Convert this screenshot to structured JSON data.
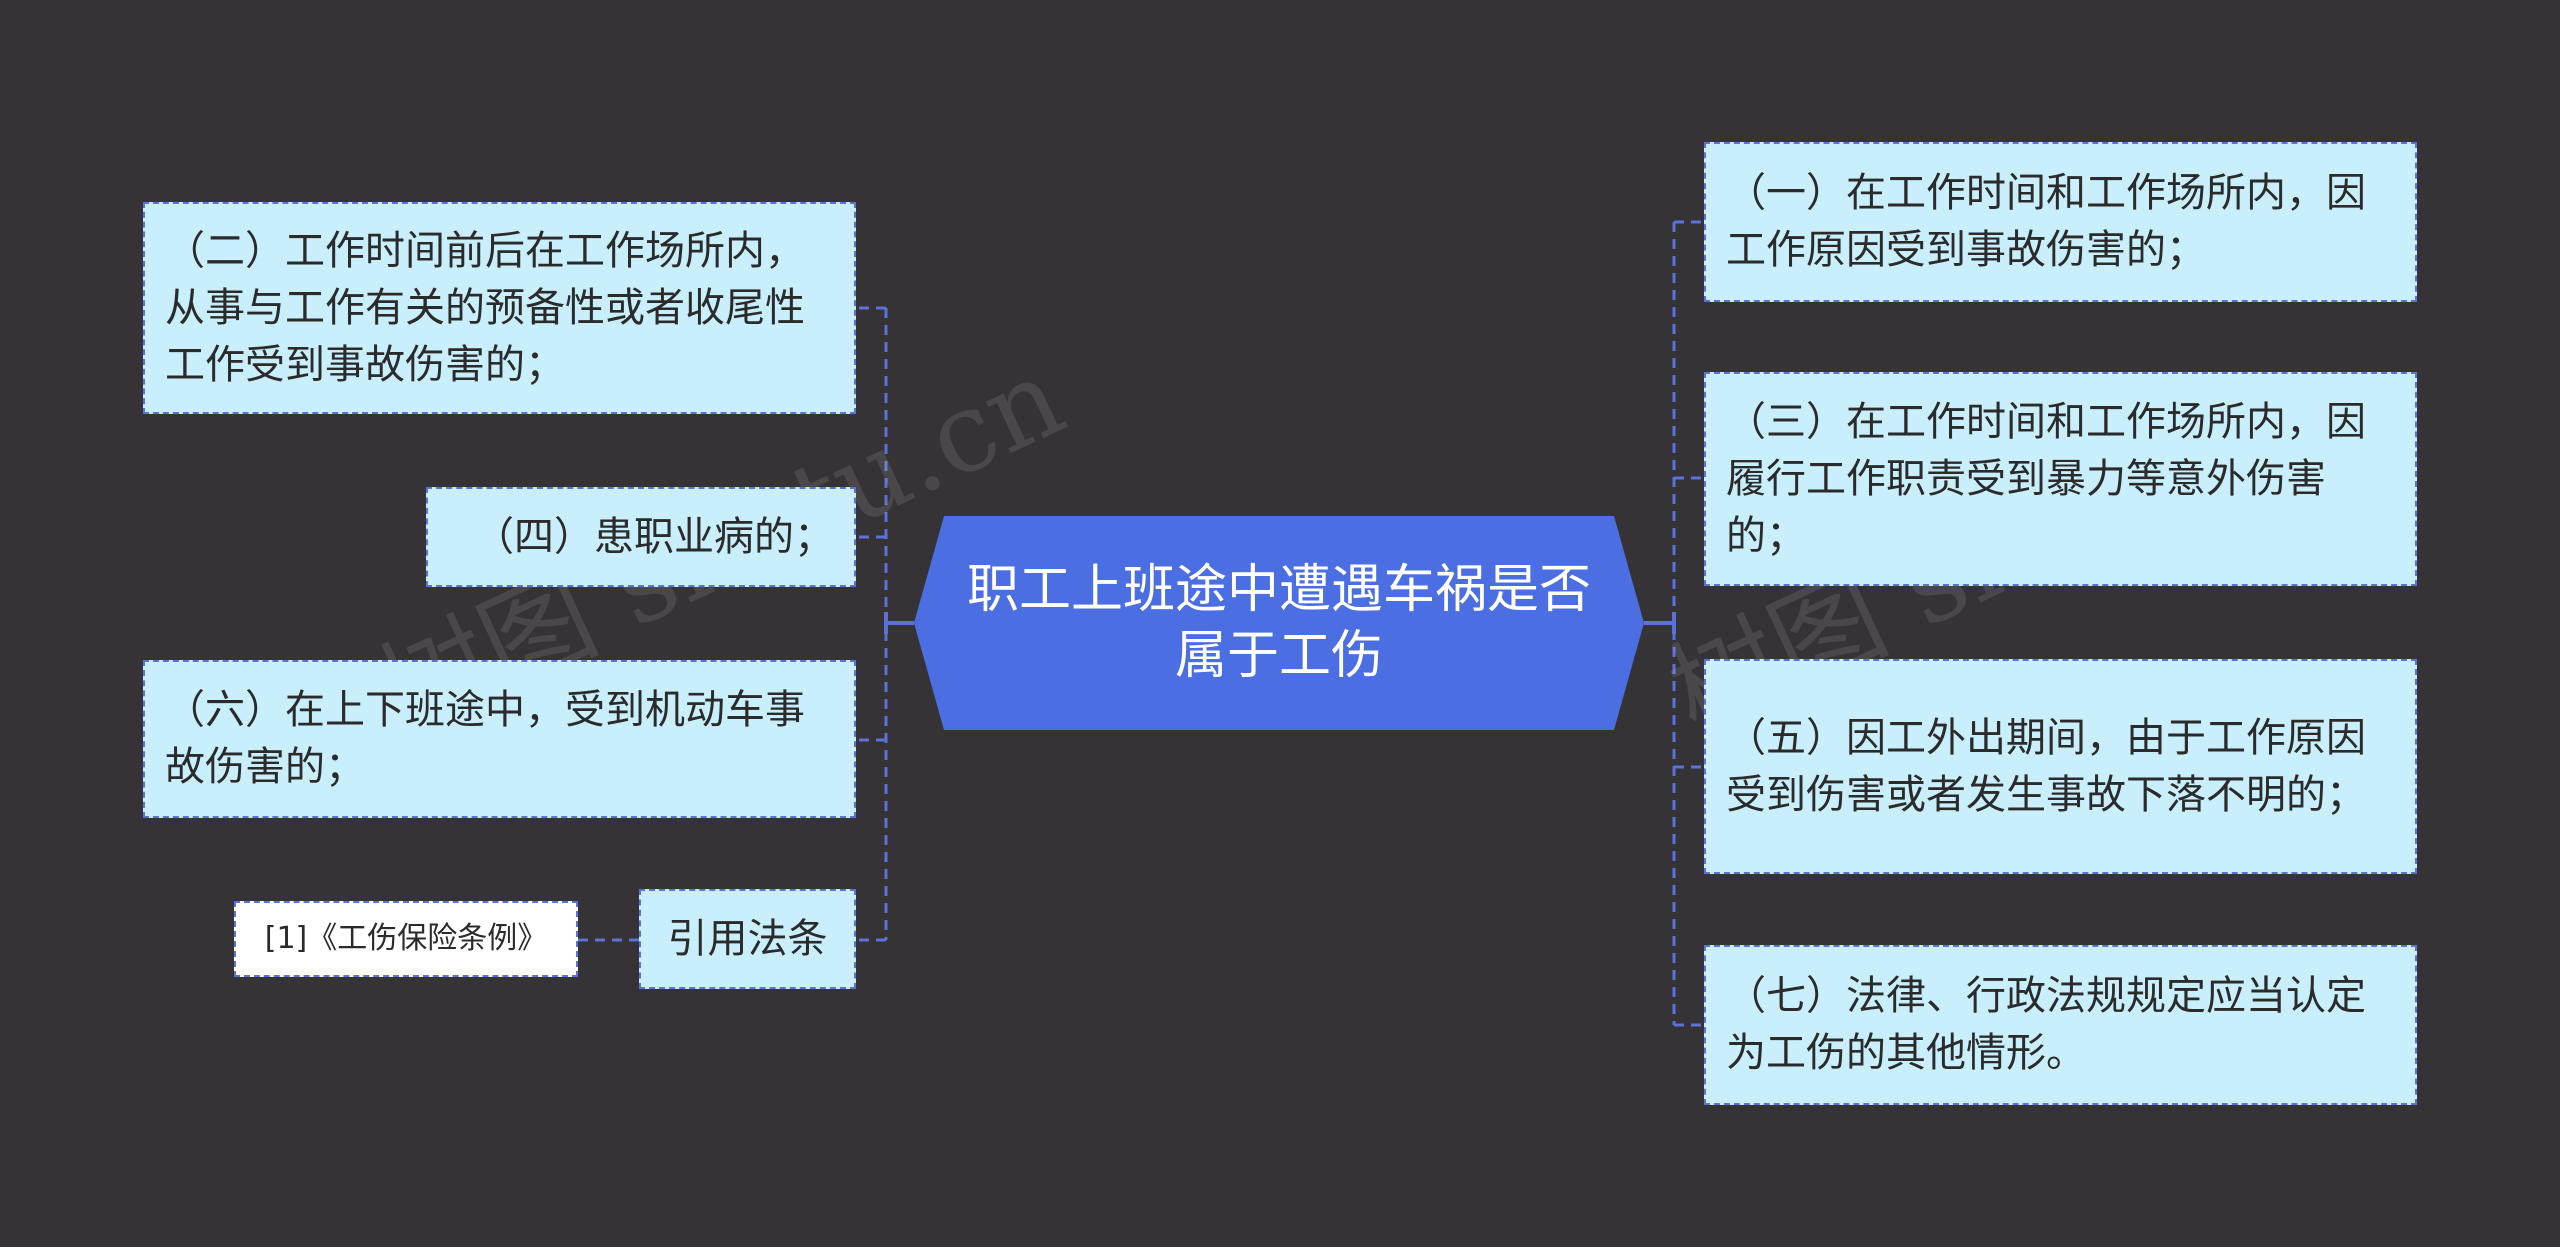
{
  "root": {
    "title": "职工上班途中遭遇车祸是否属于工伤"
  },
  "left_branches": [
    {
      "id": "l1",
      "text": "（二）工作时间前后在工作场所内，从事与工作有关的预备性或者收尾性工作受到事故伤害的；"
    },
    {
      "id": "l2",
      "text": "（四）患职业病的；"
    },
    {
      "id": "l3",
      "text": "（六）在上下班途中，受到机动车事故伤害的；"
    },
    {
      "id": "l4",
      "text": "引用法条"
    }
  ],
  "citation": {
    "text": "[1]《工伤保险条例》"
  },
  "right_branches": [
    {
      "id": "r1",
      "text": "（一）在工作时间和工作场所内，因工作原因受到事故伤害的；"
    },
    {
      "id": "r2",
      "text": "（三）在工作时间和工作场所内，因履行工作职责受到暴力等意外伤害的；"
    },
    {
      "id": "r3",
      "text": "（五）因工外出期间，由于工作原因受到伤害或者发生事故下落不明的；"
    },
    {
      "id": "r4",
      "text": "（七）法律、行政法规规定应当认定为工伤的其他情形。"
    }
  ],
  "watermark": {
    "left": "树图 shutu.cn",
    "right": "树图 shutu.cn"
  },
  "colors": {
    "background": "#353336",
    "root_fill": "#4b6ee3",
    "node_fill": "#c9effd",
    "connector": "#5b72d8",
    "citation_fill": "#ffffff"
  }
}
